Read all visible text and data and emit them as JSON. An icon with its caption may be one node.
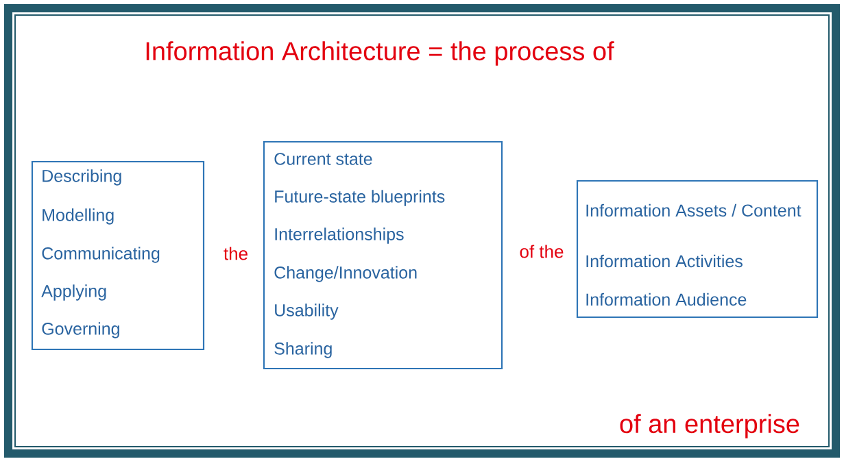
{
  "diagram": {
    "title": "Information Architecture = the process of",
    "nodes": [
      {
        "text": [
          "Describing",
          "Modelling",
          "Communicating",
          "Applying",
          "Governing"
        ]
      },
      {
        "text": [
          "Current state",
          "Future-state blueprints",
          "Interrelationships",
          "Change/Innovation",
          "Usability",
          "Sharing"
        ]
      },
      {
        "text": [
          "Information Assets / Content",
          "Information Activities",
          "Information Audience"
        ]
      }
    ],
    "labels": [
      "the",
      "of the",
      "of an enterprise"
    ]
  }
}
